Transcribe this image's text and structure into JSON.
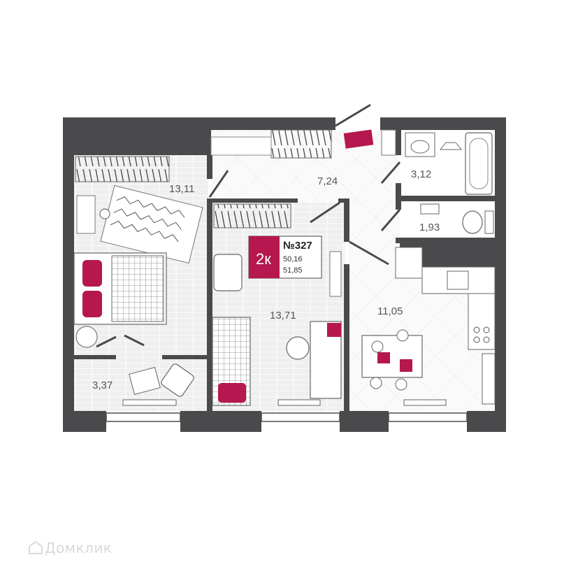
{
  "apartment": {
    "rooms_label": "2к",
    "number": "№327",
    "area_living": "50,16",
    "area_total": "51,85"
  },
  "rooms": {
    "bedroom": "13,11",
    "hall": "7,24",
    "bathroom": "3,12",
    "toilet": "1,93",
    "room2": "13,71",
    "kitchen": "11,05",
    "balcony": "3,37"
  },
  "watermark": "Домклик",
  "colors": {
    "wall": "#4a4a4c",
    "accent": "#b5174e",
    "floor_wood": "#eeeeee",
    "floor_tile": "#f6f6f6"
  }
}
